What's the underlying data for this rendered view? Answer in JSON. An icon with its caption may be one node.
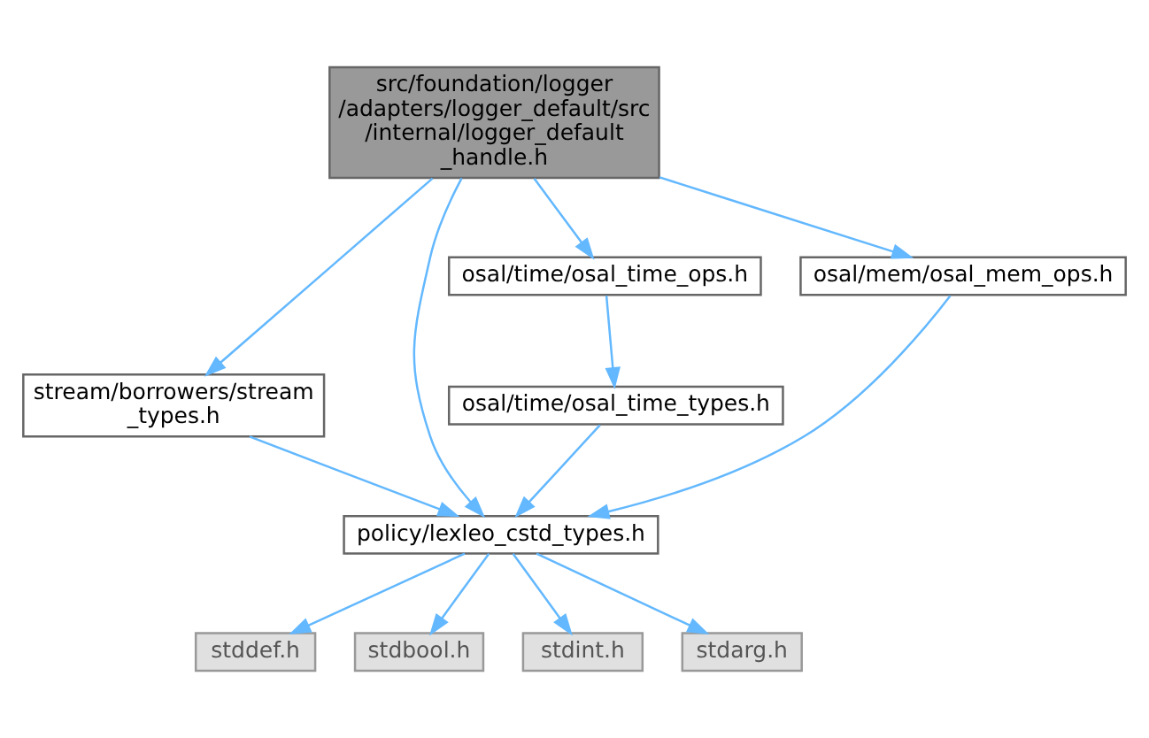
{
  "diagram": {
    "nodes": [
      {
        "text": [
          "src/foundation/logger/adapters/logger_default/src/internal/logger_default_handle.h"
        ]
      },
      {
        "text": [
          "stream/borrowers/stream_types.h"
        ]
      },
      {
        "text": [
          "policy/lexleo_cstd_types.h"
        ]
      },
      {
        "text": [
          "osal/time/osal_time_ops.h"
        ]
      },
      {
        "text": [
          "osal/time/osal_time_types.h"
        ]
      },
      {
        "text": [
          "osal/mem/osal_mem_ops.h"
        ]
      },
      {
        "text": [
          "stddef.h"
        ]
      },
      {
        "text": [
          "stdbool.h"
        ]
      },
      {
        "text": [
          "stdint.h"
        ]
      },
      {
        "text": [
          "stdarg.h"
        ]
      }
    ],
    "edges": [
      {
        "from": 0,
        "to": 1,
        "arrow": "to"
      },
      {
        "from": 0,
        "to": 2,
        "arrow": "to"
      },
      {
        "from": 0,
        "to": 3,
        "arrow": "to"
      },
      {
        "from": 0,
        "to": 5,
        "arrow": "to"
      },
      {
        "from": 1,
        "to": 2,
        "arrow": "to"
      },
      {
        "from": 3,
        "to": 4,
        "arrow": "to"
      },
      {
        "from": 4,
        "to": 2,
        "arrow": "to"
      },
      {
        "from": 5,
        "to": 2,
        "arrow": "to"
      },
      {
        "from": 2,
        "to": 6,
        "arrow": "to"
      },
      {
        "from": 2,
        "to": 7,
        "arrow": "to"
      },
      {
        "from": 2,
        "to": 8,
        "arrow": "to"
      },
      {
        "from": 2,
        "to": 9,
        "arrow": "to"
      }
    ]
  }
}
